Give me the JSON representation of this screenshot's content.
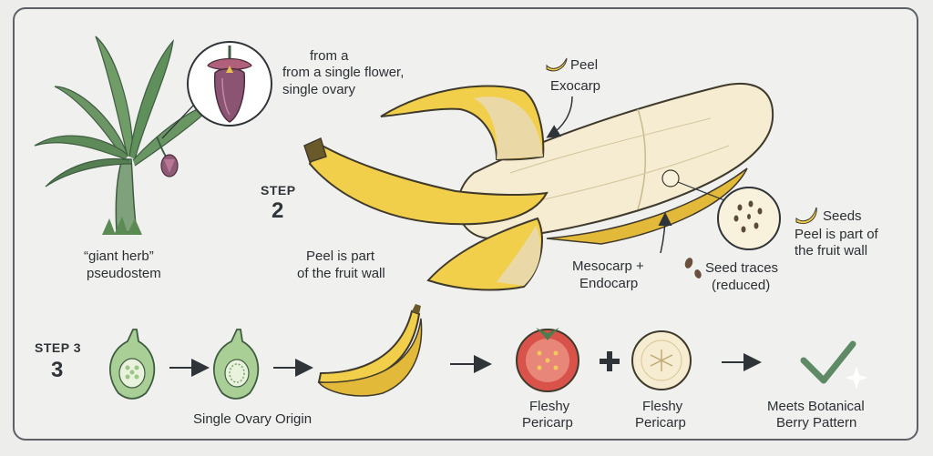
{
  "plant": {
    "flower_callout_line1": "from a",
    "flower_callout_line2": "from a single flower,",
    "flower_callout_line3": "single ovary",
    "herb_line1": "“giant herb”",
    "herb_line2": "pseudostem"
  },
  "step2": {
    "step_label": "STEP",
    "step_number": "2",
    "peel_icon_label": "Peel",
    "exocarp_label": "Exocarp",
    "peel_wall_line1": "Peel is part",
    "peel_wall_line2": "of the fruit wall",
    "mesocarp_line1": "Mesocarp +",
    "mesocarp_line2": "Endocarp",
    "seed_traces_line1": "Seed traces",
    "seed_traces_line2": "(reduced)",
    "seeds_label": "Seeds",
    "seeds_wall_line1": "Peel is part of",
    "seeds_wall_line2": "the fruit wall"
  },
  "step3": {
    "step_label": "STEP 3",
    "step_number": "3",
    "ovary_origin_label": "Single Ovary Origin",
    "fleshy1_line1": "Fleshy",
    "fleshy1_line2": "Pericarp",
    "fleshy2_line1": "Fleshy",
    "fleshy2_line2": "Pericarp",
    "berry_line1": "Meets Botanical",
    "berry_line2": "Berry Pattern"
  },
  "colors": {
    "banana_yellow": "#f2cf4a",
    "banana_flesh": "#f5ecd2",
    "leaf_green": "#4f7a4e",
    "tomato_red": "#d9534a",
    "check_green": "#5f8a66"
  }
}
